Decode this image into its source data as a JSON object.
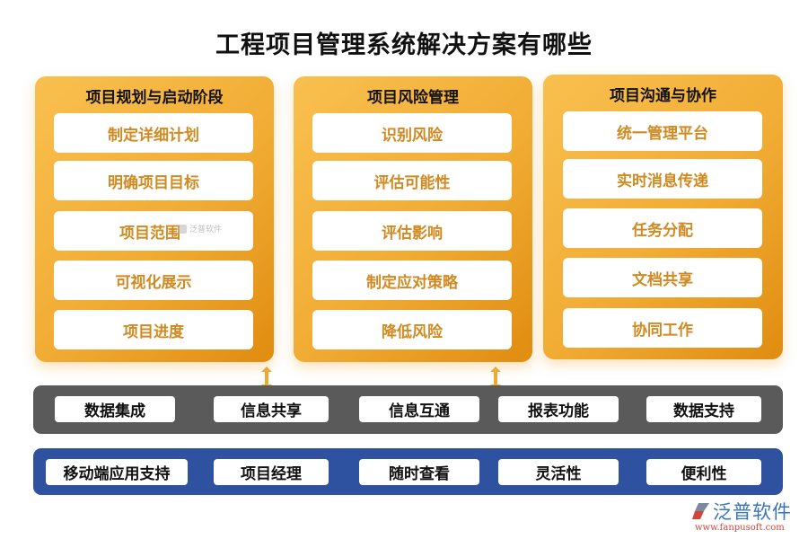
{
  "title": "工程项目管理系统解决方案有哪些",
  "panels": [
    {
      "title": "项目规划与启动阶段",
      "items": [
        "制定详细计划",
        "明确项目目标",
        "项目范围",
        "可视化展示",
        "项目进度"
      ]
    },
    {
      "title": "项目风险管理",
      "items": [
        "识别风险",
        "评估可能性",
        "评估影响",
        "制定应对策略",
        "降低风险"
      ]
    },
    {
      "title": "项目沟通与协作",
      "items": [
        "统一管理平台",
        "实时消息传递",
        "任务分配",
        "文档共享",
        "协同工作"
      ]
    }
  ],
  "gray_band": {
    "items": [
      "数据集成",
      "信息共享",
      "信息互通",
      "报表功能",
      "数据支持"
    ]
  },
  "blue_band": {
    "items": [
      "移动端应用支持",
      "项目经理",
      "随时查看",
      "灵活性",
      "便利性"
    ]
  },
  "watermark": {
    "text": "泛普软件"
  },
  "logo": {
    "name": "泛普软件",
    "url": "www.fanpusoft.com"
  },
  "colors": {
    "panel_gradient_start": "#f9c04f",
    "panel_gradient_end": "#e08c10",
    "item_text": "#d08a22",
    "gray_band": "#5a5a5a",
    "blue_band": "#2e52a0",
    "arrow": "#f0a830",
    "logo_blue": "#3a74b8",
    "logo_red": "#d0463a"
  }
}
